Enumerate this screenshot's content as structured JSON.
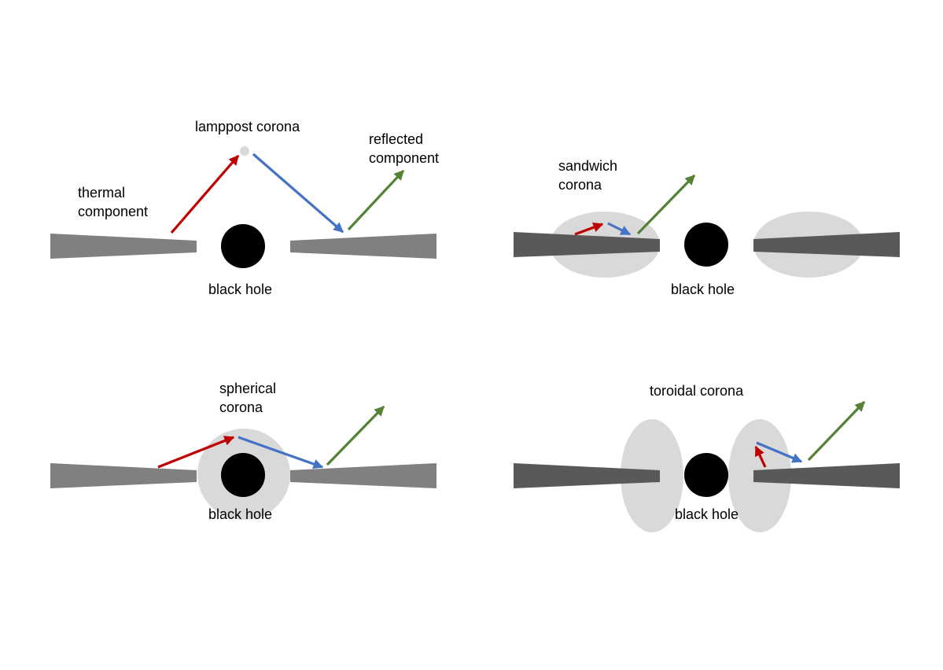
{
  "colors": {
    "disk_light": "#808080",
    "disk_dark": "#595959",
    "corona": "#d9d9d9",
    "black_hole": "#000000",
    "thermal_arrow": "#c00000",
    "corona_arrow": "#4472c4",
    "reflected_arrow": "#548235"
  },
  "panels": {
    "lamppost": {
      "corona_label": "lamppost corona",
      "thermal_label_line1": "thermal",
      "thermal_label_line2": "component",
      "reflected_label_line1": "reflected",
      "reflected_label_line2": "component",
      "black_hole_label": "black hole"
    },
    "sandwich": {
      "corona_label_line1": "sandwich",
      "corona_label_line2": "corona",
      "black_hole_label": "black hole"
    },
    "spherical": {
      "corona_label_line1": "spherical",
      "corona_label_line2": "corona",
      "black_hole_label": "black hole"
    },
    "toroidal": {
      "corona_label": "toroidal corona",
      "black_hole_label": "black hole"
    }
  }
}
